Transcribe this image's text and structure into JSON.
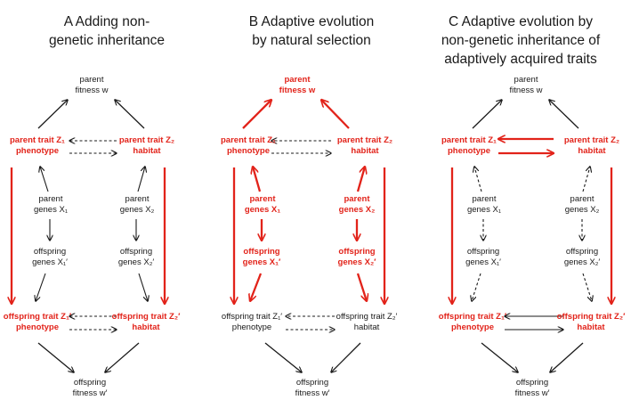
{
  "panels": {
    "a": {
      "title_line1": "A  Adding non-",
      "title_line2": "genetic inheritance",
      "parent_fitness": "parent",
      "parent_fitness_sub": "fitness w",
      "pt1_l1": "parent trait Z₁",
      "pt1_l2": "phenotype",
      "pt2_l1": "parent trait Z₂",
      "pt2_l2": "habitat",
      "pg1_l1": "parent",
      "pg1_l2": "genes X₁",
      "pg2_l1": "parent",
      "pg2_l2": "genes X₂",
      "og1_l1": "offspring",
      "og1_l2": "genes X₁′",
      "og2_l1": "offspring",
      "og2_l2": "genes X₂′",
      "ot1_l1": "offspring trait Z₁′",
      "ot1_l2": "phenotype",
      "ot2_l1": "offspring trait Z₂′",
      "ot2_l2": "habitat",
      "off_fit_l1": "offspring",
      "off_fit_l2": "fitness w′"
    },
    "b": {
      "title_line1": "B  Adaptive evolution",
      "title_line2": "by natural selection",
      "parent_fitness": "parent",
      "parent_fitness_sub": "fitness w",
      "pt1_l1": "parent trait Z₁",
      "pt1_l2": "phenotype",
      "pt2_l1": "parent trait Z₂",
      "pt2_l2": "habitat",
      "pg1_l1": "parent",
      "pg1_l2": "genes X₁",
      "pg2_l1": "parent",
      "pg2_l2": "genes X₂",
      "og1_l1": "offspring",
      "og1_l2": "genes X₁′",
      "og2_l1": "offspring",
      "og2_l2": "genes X₂′",
      "ot1_l1": "offspring trait Z₁′",
      "ot1_l2": "phenotype",
      "ot2_l1": "offspring trait Z₂′",
      "ot2_l2": "habitat",
      "off_fit_l1": "offspring",
      "off_fit_l2": "fitness w′"
    },
    "c": {
      "title_line1": "C  Adaptive evolution by",
      "title_line2": "non-genetic inheritance of",
      "title_line3": "adaptively acquired traits",
      "parent_fitness": "parent",
      "parent_fitness_sub": "fitness w",
      "pt1_l1": "parent trait Z₁",
      "pt1_l2": "phenotype",
      "pt2_l1": "parent trait Z₂",
      "pt2_l2": "habitat",
      "pg1_l1": "parent",
      "pg1_l2": "genes X₁",
      "pg2_l1": "parent",
      "pg2_l2": "genes X₂",
      "og1_l1": "offspring",
      "og1_l2": "genes X₁′",
      "og2_l1": "offspring",
      "og2_l2": "genes X₂′",
      "ot1_l1": "offspring trait Z₁′",
      "ot1_l2": "phenotype",
      "ot2_l1": "offspring trait Z₂′",
      "ot2_l2": "habitat",
      "off_fit_l1": "offspring",
      "off_fit_l2": "fitness w′"
    }
  },
  "colors": {
    "highlight": "#e2231a",
    "default": "#1a1a1a"
  }
}
